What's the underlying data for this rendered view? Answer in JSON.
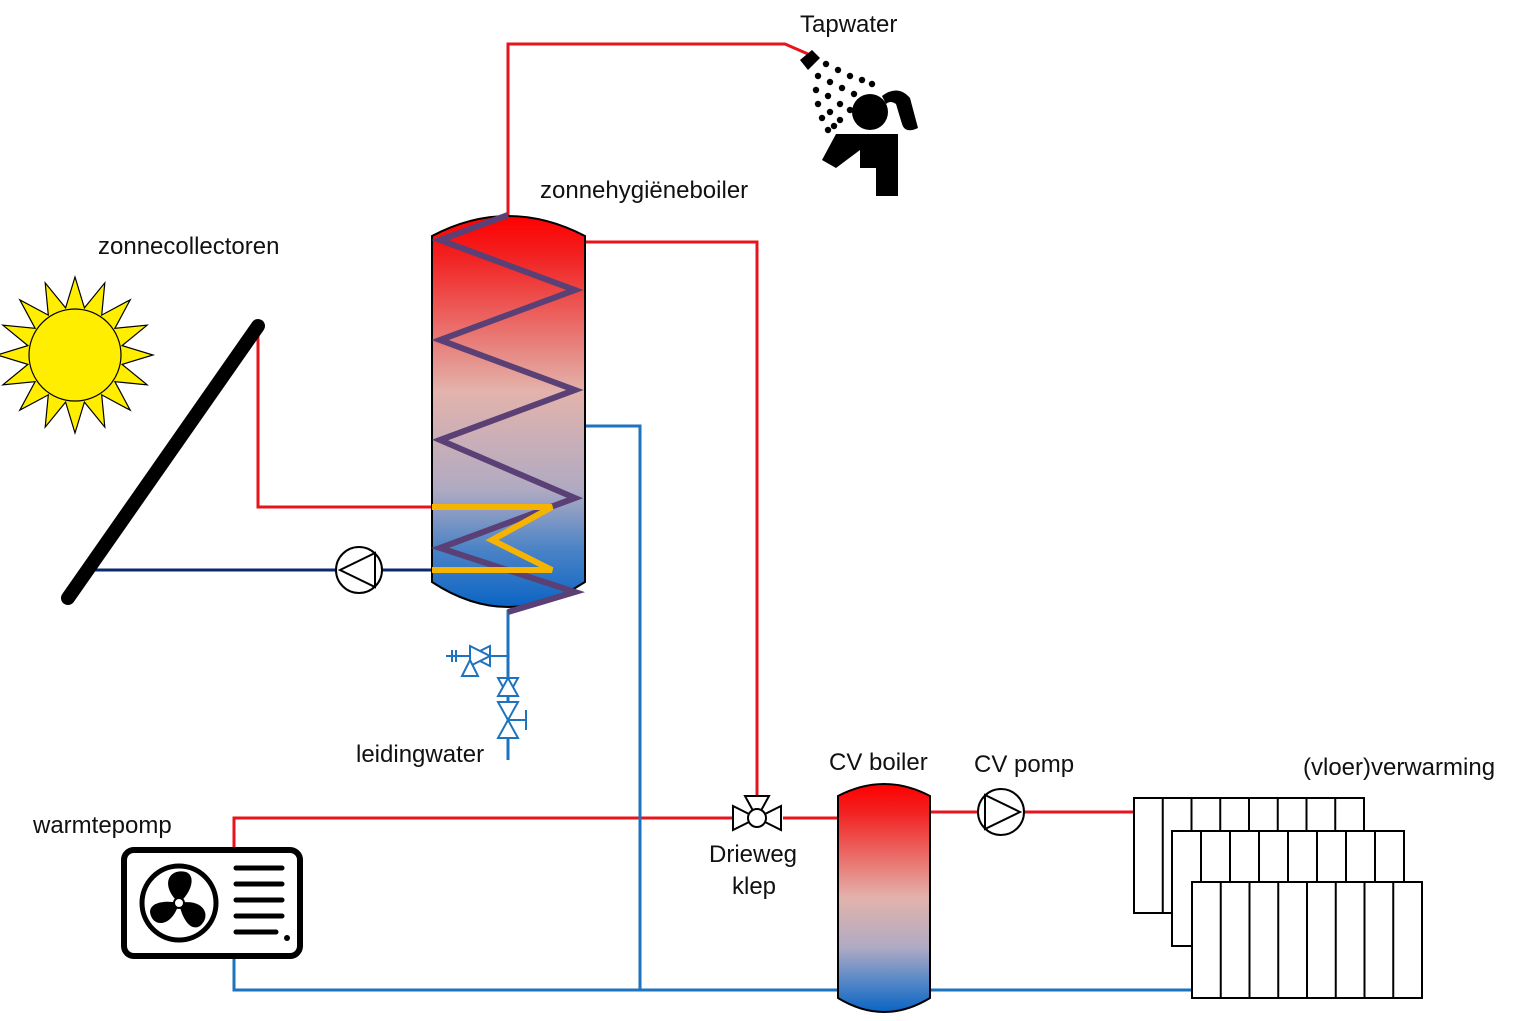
{
  "labels": {
    "tapwater": "Tapwater",
    "solar_boiler": "zonnehygiëneboiler",
    "collectors": "zonnecollectoren",
    "mains_water": "leidingwater",
    "cv_boiler": "CV boiler",
    "cv_pump": "CV pomp",
    "floor_heating": "(vloer)verwarming",
    "heat_pump": "warmtepomp",
    "three_way_valve_line1": "Drieweg",
    "three_way_valve_line2": "klep"
  },
  "icons": {
    "sun": "sun-icon",
    "shower": "shower-icon",
    "pump": "pump-icon",
    "fan": "fan-icon",
    "valve": "three-way-valve-icon"
  },
  "colors": {
    "hot_pipe": "#e8141b",
    "cold_pipe": "#1e73be",
    "solar_return": "#0b2a6b",
    "coil": "#5a4075",
    "solar_coil": "#f6b400",
    "sun_fill": "#ffee00"
  }
}
